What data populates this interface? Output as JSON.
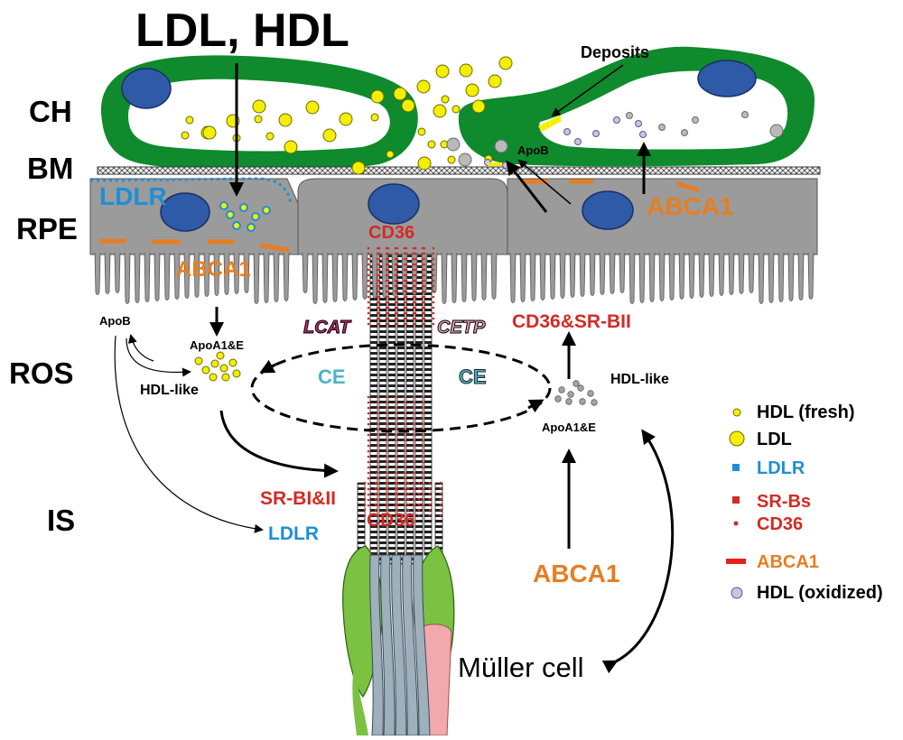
{
  "title": "LDL, HDL",
  "layers": {
    "ch": "CH",
    "bm": "BM",
    "rpe": "RPE",
    "ros": "ROS",
    "is": "IS"
  },
  "labels": {
    "deposits": "Deposits",
    "apob_top": "ApoB",
    "ldlr_rpe": "LDLR",
    "abca1_left": "ABCA1",
    "cd36_top": "CD36",
    "abca1_right": "ABCA1",
    "apob_left": "ApoB",
    "apoa1e_left": "ApoA1&E",
    "hdl_like_left": "HDL-like",
    "lcat": "LCAT",
    "cetp": "CETP",
    "ce_left": "CE",
    "ce_right": "CE",
    "cd36_srbii": "CD36&SR-BII",
    "hdl_like_right": "HDL-like",
    "apoa1e_right": "ApoA1&E",
    "sr_bi_ii": "SR-BI&II",
    "ldlr_is": "LDLR",
    "cd36_is": "CD36",
    "abca1_bottom": "ABCA1",
    "muller": "Müller cell"
  },
  "legend": [
    {
      "label": "HDL (fresh)",
      "color": "#000000",
      "symbol": "small-yellow-circle"
    },
    {
      "label": "LDL",
      "color": "#000000",
      "symbol": "large-yellow-circle"
    },
    {
      "label": "LDLR",
      "color": "#1e8fd6",
      "symbol": "blue-square"
    },
    {
      "label": "SR-Bs",
      "color": "#d42a24",
      "symbol": "red-square"
    },
    {
      "label": "CD36",
      "color": "#d42a24",
      "symbol": "red-dot"
    },
    {
      "label": "ABCA1",
      "color": "#e67e22",
      "symbol": "red-dash"
    },
    {
      "label": "HDL (oxidized)",
      "color": "#000000",
      "symbol": "lilac-circle"
    }
  ],
  "colors": {
    "vessel": "#0f8a2c",
    "rpe": "#9b9b9b",
    "nucleus": "#2f5aa8",
    "lipid": "#f4ef00",
    "cone": "#7bc142",
    "rod": "#9fb0bd",
    "pink": "#f2a9ad"
  }
}
